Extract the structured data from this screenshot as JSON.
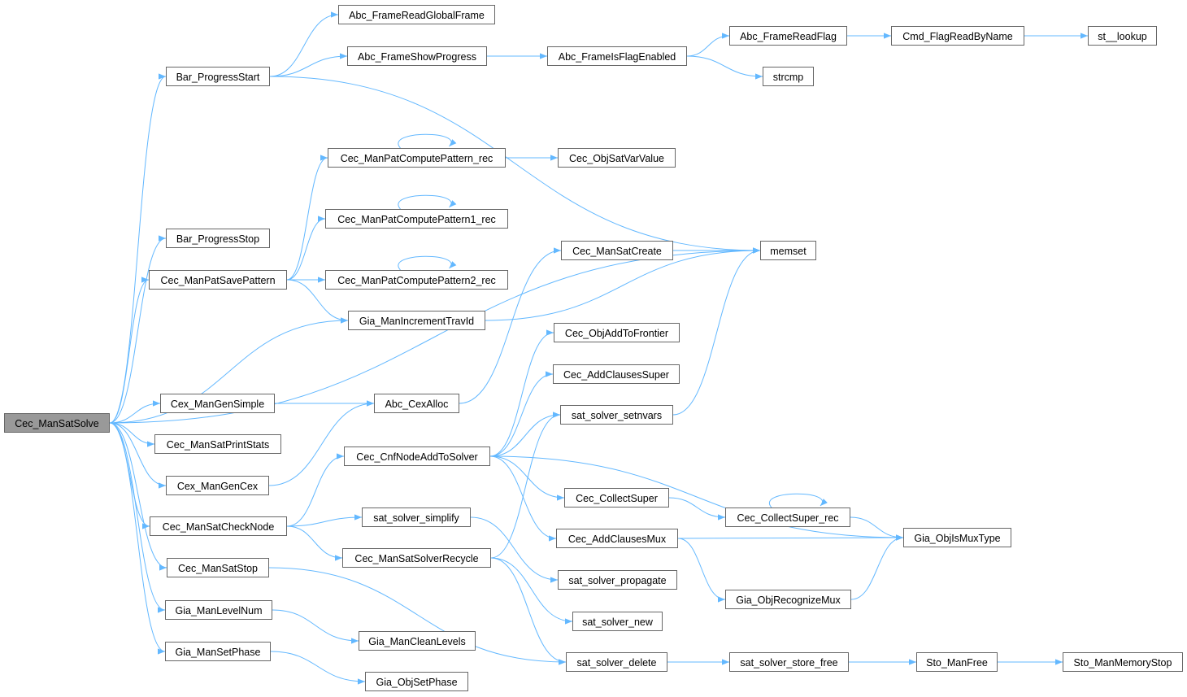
{
  "graph": {
    "root": "Cec_ManSatSolve",
    "edge_color": "#63b8ff",
    "root_fill": "#999999",
    "nodes": [
      "Cec_ManSatSolve",
      "Abc_FrameReadGlobalFrame",
      "Bar_ProgressStart",
      "Abc_FrameShowProgress",
      "Abc_FrameIsFlagEnabled",
      "Abc_FrameReadFlag",
      "Cmd_FlagReadByName",
      "st__lookup",
      "strcmp",
      "Cec_ManPatComputePattern_rec",
      "Cec_ObjSatVarValue",
      "Cec_ManPatComputePattern1_rec",
      "Bar_ProgressStop",
      "Cec_ManSatCreate",
      "memset",
      "Cec_ManPatSavePattern",
      "Cec_ManPatComputePattern2_rec",
      "Gia_ManIncrementTravId",
      "Cec_ObjAddToFrontier",
      "Cec_AddClausesSuper",
      "Cex_ManGenSimple",
      "Abc_CexAlloc",
      "sat_solver_setnvars",
      "Cec_ManSatPrintStats",
      "Cec_CnfNodeAddToSolver",
      "Cex_ManGenCex",
      "Cec_CollectSuper",
      "Cec_CollectSuper_rec",
      "Cec_ManSatCheckNode",
      "sat_solver_simplify",
      "Gia_ObjIsMuxType",
      "Cec_AddClausesMux",
      "Cec_ManSatSolverRecycle",
      "Cec_ManSatStop",
      "sat_solver_propagate",
      "Gia_ObjRecognizeMux",
      "Gia_ManLevelNum",
      "sat_solver_new",
      "Gia_ManCleanLevels",
      "Gia_ManSetPhase",
      "sat_solver_delete",
      "sat_solver_store_free",
      "Sto_ManFree",
      "Sto_ManMemoryStop",
      "Gia_ObjSetPhase"
    ],
    "edges": [
      [
        "Cec_ManSatSolve",
        "Bar_ProgressStart"
      ],
      [
        "Cec_ManSatSolve",
        "Bar_ProgressStop"
      ],
      [
        "Cec_ManSatSolve",
        "Cec_ManPatSavePattern"
      ],
      [
        "Cec_ManSatSolve",
        "Gia_ManIncrementTravId"
      ],
      [
        "Cec_ManSatSolve",
        "memset"
      ],
      [
        "Cec_ManSatSolve",
        "Cex_ManGenSimple"
      ],
      [
        "Cec_ManSatSolve",
        "Cec_ManSatPrintStats"
      ],
      [
        "Cec_ManSatSolve",
        "Cex_ManGenCex"
      ],
      [
        "Cec_ManSatSolve",
        "Cec_ManSatCheckNode"
      ],
      [
        "Cec_ManSatSolve",
        "Cec_ManSatStop"
      ],
      [
        "Cec_ManSatSolve",
        "Gia_ManLevelNum"
      ],
      [
        "Cec_ManSatSolve",
        "Gia_ManSetPhase"
      ],
      [
        "Bar_ProgressStart",
        "Abc_FrameReadGlobalFrame"
      ],
      [
        "Bar_ProgressStart",
        "Abc_FrameShowProgress"
      ],
      [
        "Bar_ProgressStart",
        "memset"
      ],
      [
        "Abc_FrameShowProgress",
        "Abc_FrameIsFlagEnabled"
      ],
      [
        "Abc_FrameIsFlagEnabled",
        "Abc_FrameReadFlag"
      ],
      [
        "Abc_FrameIsFlagEnabled",
        "strcmp"
      ],
      [
        "Abc_FrameReadFlag",
        "Cmd_FlagReadByName"
      ],
      [
        "Cmd_FlagReadByName",
        "st__lookup"
      ],
      [
        "Cec_ManPatSavePattern",
        "Cec_ManPatComputePattern_rec"
      ],
      [
        "Cec_ManPatSavePattern",
        "Cec_ManPatComputePattern1_rec"
      ],
      [
        "Cec_ManPatSavePattern",
        "Cec_ManPatComputePattern2_rec"
      ],
      [
        "Cec_ManPatSavePattern",
        "Gia_ManIncrementTravId"
      ],
      [
        "Cec_ManPatComputePattern_rec",
        "Cec_ManPatComputePattern_rec"
      ],
      [
        "Cec_ManPatComputePattern_rec",
        "Cec_ObjSatVarValue"
      ],
      [
        "Cec_ManPatComputePattern1_rec",
        "Cec_ManPatComputePattern1_rec"
      ],
      [
        "Cec_ManPatComputePattern2_rec",
        "Cec_ManPatComputePattern2_rec"
      ],
      [
        "Gia_ManIncrementTravId",
        "memset"
      ],
      [
        "Cec_ManSatCreate",
        "memset"
      ],
      [
        "Cex_ManGenSimple",
        "Abc_CexAlloc"
      ],
      [
        "Cex_ManGenCex",
        "Abc_CexAlloc"
      ],
      [
        "Abc_CexAlloc",
        "Cec_ManSatCreate"
      ],
      [
        "Cec_ManSatCheckNode",
        "Cec_CnfNodeAddToSolver"
      ],
      [
        "Cec_ManSatCheckNode",
        "sat_solver_simplify"
      ],
      [
        "Cec_ManSatCheckNode",
        "Cec_ManSatSolverRecycle"
      ],
      [
        "Cec_CnfNodeAddToSolver",
        "Cec_ObjAddToFrontier"
      ],
      [
        "Cec_CnfNodeAddToSolver",
        "Cec_AddClausesSuper"
      ],
      [
        "Cec_CnfNodeAddToSolver",
        "sat_solver_setnvars"
      ],
      [
        "Cec_CnfNodeAddToSolver",
        "Gia_ObjIsMuxType"
      ],
      [
        "Cec_CnfNodeAddToSolver",
        "Cec_CollectSuper"
      ],
      [
        "Cec_CnfNodeAddToSolver",
        "Cec_AddClausesMux"
      ],
      [
        "sat_solver_setnvars",
        "memset"
      ],
      [
        "Cec_CollectSuper",
        "Cec_CollectSuper_rec"
      ],
      [
        "Cec_CollectSuper_rec",
        "Cec_CollectSuper_rec"
      ],
      [
        "Cec_CollectSuper_rec",
        "Gia_ObjIsMuxType"
      ],
      [
        "Cec_AddClausesMux",
        "Gia_ObjIsMuxType"
      ],
      [
        "Cec_AddClausesMux",
        "Gia_ObjRecognizeMux"
      ],
      [
        "Gia_ObjRecognizeMux",
        "Gia_ObjIsMuxType"
      ],
      [
        "sat_solver_simplify",
        "sat_solver_propagate"
      ],
      [
        "Cec_ManSatSolverRecycle",
        "sat_solver_setnvars"
      ],
      [
        "Cec_ManSatSolverRecycle",
        "sat_solver_new"
      ],
      [
        "Cec_ManSatSolverRecycle",
        "sat_solver_delete"
      ],
      [
        "Cec_ManSatStop",
        "sat_solver_delete"
      ],
      [
        "sat_solver_delete",
        "sat_solver_store_free"
      ],
      [
        "sat_solver_store_free",
        "Sto_ManFree"
      ],
      [
        "Sto_ManFree",
        "Sto_ManMemoryStop"
      ],
      [
        "Gia_ManLevelNum",
        "Gia_ManCleanLevels"
      ],
      [
        "Gia_ManSetPhase",
        "Gia_ObjSetPhase"
      ]
    ]
  }
}
